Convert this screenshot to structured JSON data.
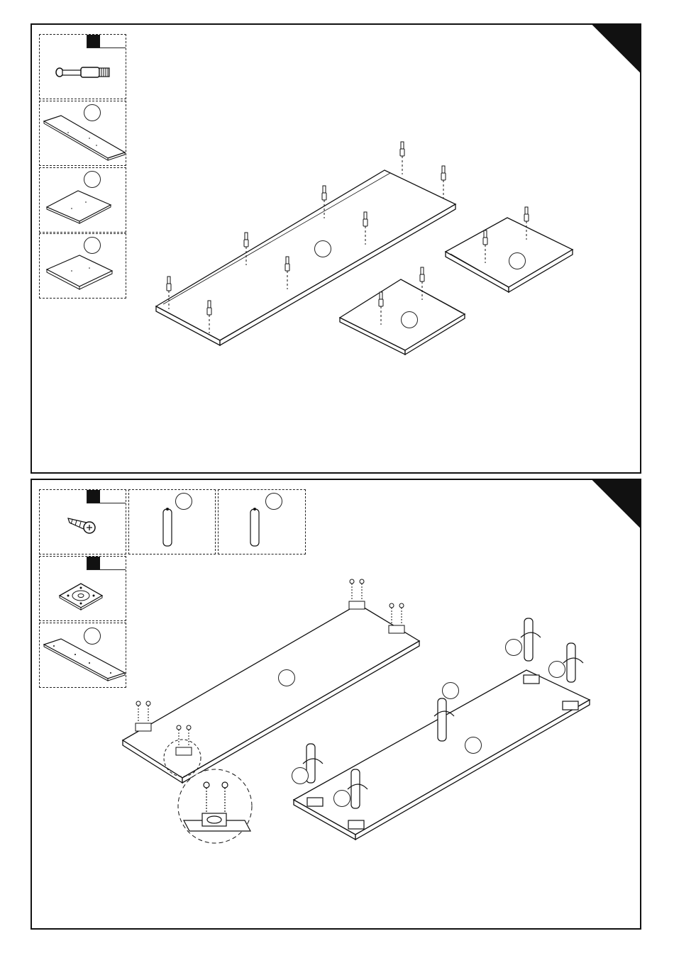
{
  "steps": [
    {
      "number": "",
      "parts": [
        {
          "kind": "cam-bolt",
          "quantity": "",
          "label": ""
        },
        {
          "kind": "long-panel",
          "label": ""
        },
        {
          "kind": "small-panel",
          "label": ""
        },
        {
          "kind": "small-panel",
          "label": ""
        }
      ],
      "panel_labels": [
        "",
        "",
        ""
      ]
    },
    {
      "number": "",
      "parts": [
        {
          "kind": "screw",
          "quantity": "",
          "label": ""
        },
        {
          "kind": "leg",
          "label": ""
        },
        {
          "kind": "leg",
          "label": ""
        },
        {
          "kind": "mounting-plate",
          "quantity": "",
          "label": ""
        },
        {
          "kind": "long-panel",
          "label": ""
        }
      ],
      "panel_labels": [
        "",
        "",
        "",
        "",
        "",
        "",
        "",
        ""
      ]
    }
  ],
  "colors": {
    "ink": "#111111",
    "paper": "#ffffff"
  }
}
